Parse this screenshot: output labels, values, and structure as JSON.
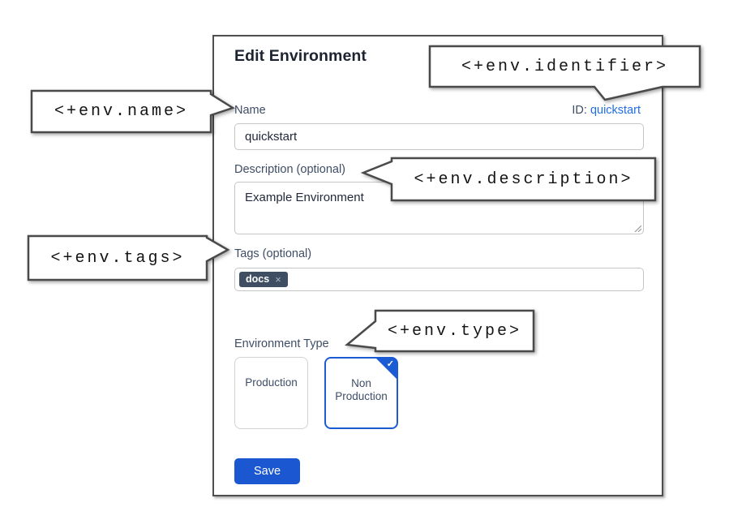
{
  "dialog": {
    "title": "Edit Environment",
    "name_field": {
      "label": "Name",
      "value": "quickstart"
    },
    "id_field": {
      "label": "ID:",
      "value": "quickstart"
    },
    "description_field": {
      "label": "Description (optional)",
      "value": "Example Environment"
    },
    "tags_field": {
      "label": "Tags (optional)",
      "tags": [
        {
          "label": "docs",
          "remove_icon": "×"
        }
      ]
    },
    "environment_type": {
      "label": "Environment Type",
      "options": [
        {
          "label": "Production",
          "selected": false
        },
        {
          "label": "Non Production",
          "selected": true
        }
      ],
      "check_icon": "✓"
    },
    "save_button": "Save"
  },
  "callouts": [
    {
      "id": "identifier",
      "text": "<+env.identifier>"
    },
    {
      "id": "name",
      "text": "<+env.name>"
    },
    {
      "id": "description",
      "text": "<+env.description>"
    },
    {
      "id": "tags",
      "text": "<+env.tags>"
    },
    {
      "id": "type",
      "text": "<+env.type>"
    }
  ],
  "colors": {
    "accent_blue": "#1b57d0",
    "selected_card_blue": "#1b5bd3",
    "link_blue": "#1f6ce8",
    "chip_bg": "#3f4e63",
    "label_navy": "#3e4d66",
    "callout_border": "#4a4a4a"
  }
}
